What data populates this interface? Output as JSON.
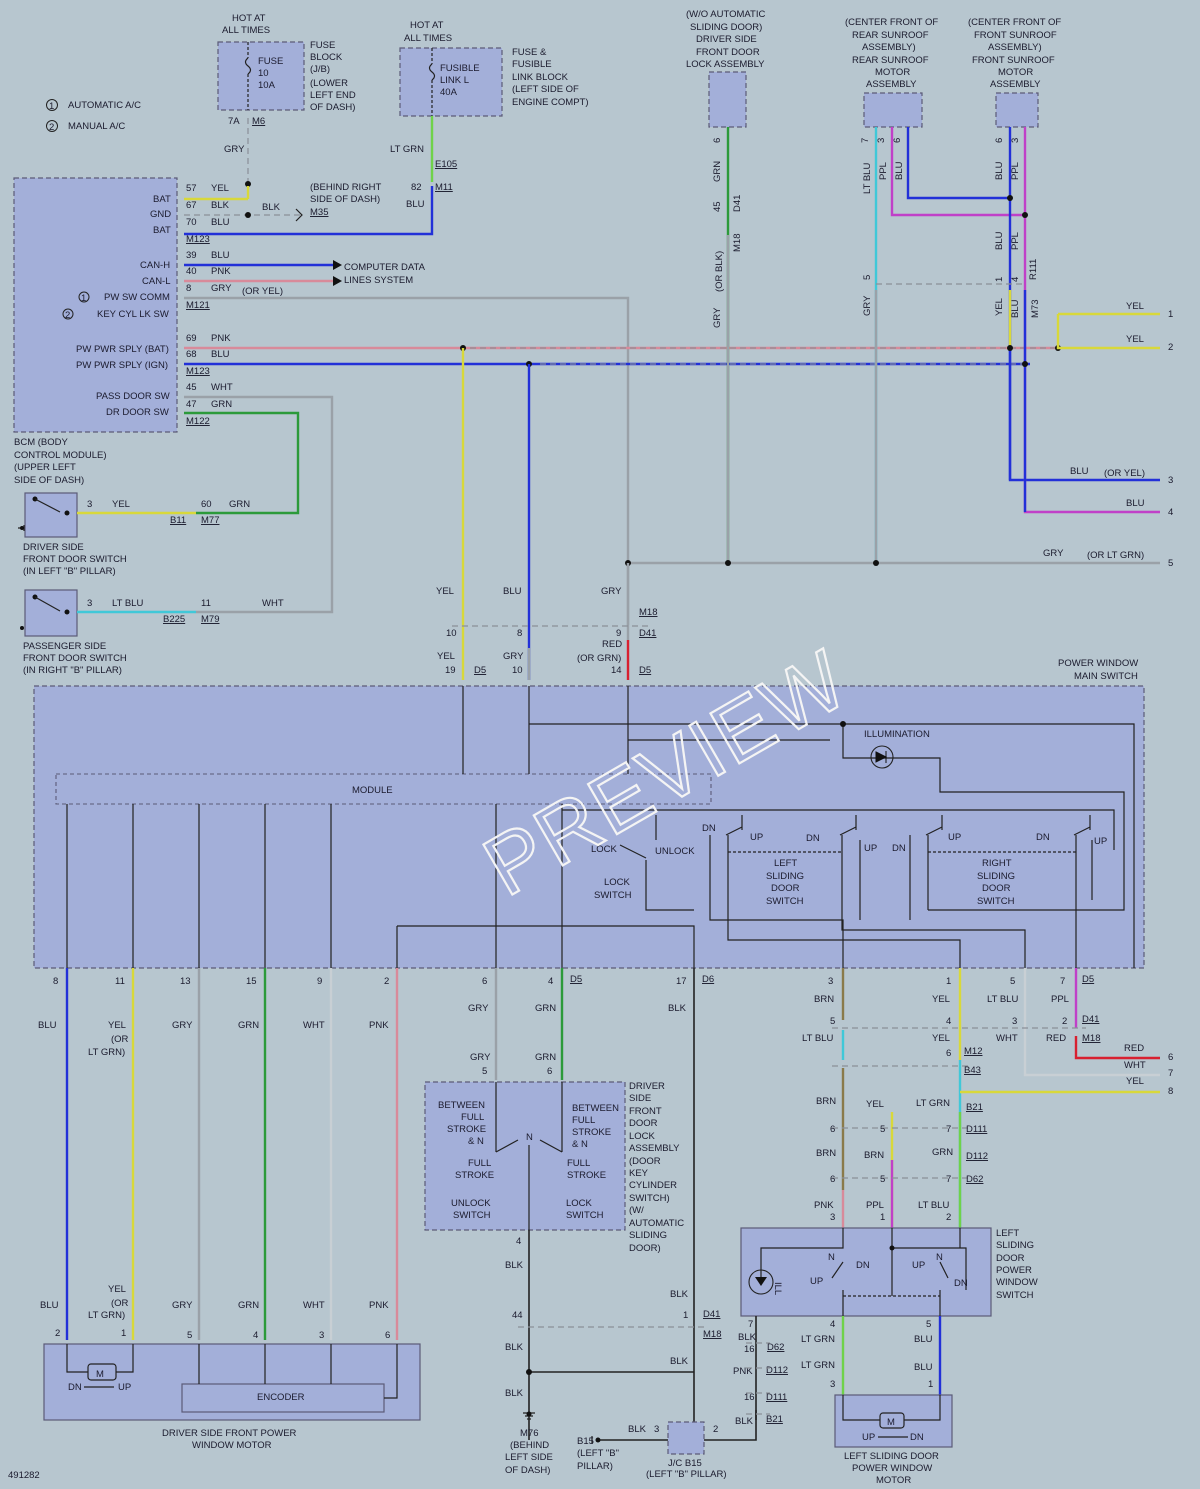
{
  "diagram_id": "491282",
  "watermark": "PREVIEW",
  "legend": {
    "n1": "1",
    "t1": "AUTOMATIC A/C",
    "n2": "2",
    "t2": "MANUAL A/C"
  },
  "hot1": {
    "line1": "HOT AT",
    "line2": "ALL TIMES",
    "fuse1": "FUSE",
    "fuse2": "10",
    "fuse3": "10A",
    "d1": "FUSE",
    "d2": "BLOCK",
    "d3": "(J/B)",
    "d4": "(LOWER",
    "d5": "LEFT END",
    "d6": "OF DASH)",
    "pin": "7A",
    "conn": "M6",
    "wire": "GRY"
  },
  "hot2": {
    "line1": "HOT AT",
    "line2": "ALL TIMES",
    "fuse1": "FUSIBLE",
    "fuse2": "LINK L",
    "fuse3": "40A",
    "d1": "FUSE &",
    "d2": "FUSIBLE",
    "d3": "LINK BLOCK",
    "d4": "(LEFT SIDE OF",
    "d5": "ENGINE COMPT)",
    "wire": "LT GRN",
    "conn": "E105",
    "pin": "82",
    "conn2": "M11",
    "wire2": "BLU"
  },
  "ground": {
    "d1": "(BEHIND RIGHT",
    "d2": "SIDE OF DASH)",
    "conn": "M35",
    "wire": "BLK"
  },
  "bcm": {
    "pins": {
      "bat": "BAT",
      "gnd": "GND",
      "bat2": "BAT",
      "canh": "CAN-H",
      "canl": "CAN-L",
      "pwsw": "PW SW COMM",
      "keycyl": "KEY CYL LK SW",
      "pwbat": "PW PWR SPLY (BAT)",
      "pwign": "PW PWR SPLY (IGN)",
      "pass": "PASS DOOR SW",
      "dr": "DR DOOR SW"
    },
    "c1": "1",
    "c2": "2",
    "n57": "57",
    "w57": "YEL",
    "n67": "67",
    "w67": "BLK",
    "n70": "70",
    "w70": "BLU",
    "m123a": "M123",
    "n39": "39",
    "w39": "BLU",
    "n40": "40",
    "w40": "PNK",
    "n8": "8",
    "w8": "GRY",
    "w8b": "(OR YEL)",
    "m121": "M121",
    "n69": "69",
    "w69": "PNK",
    "n68": "68",
    "w68": "BLU",
    "m123b": "M123",
    "n45": "45",
    "w45": "WHT",
    "n47": "47",
    "w47": "GRN",
    "m122": "M122",
    "cd1": "COMPUTER DATA",
    "cd2": "LINES SYSTEM",
    "d1": "BCM (BODY",
    "d2": "CONTROL MODULE)",
    "d3": "(UPPER LEFT",
    "d4": "SIDE OF DASH)"
  },
  "drsw": {
    "pin": "3",
    "wire": "YEL",
    "pin2": "60",
    "wire2": "GRN",
    "c1": "B11",
    "c2": "M77",
    "d1": "DRIVER SIDE",
    "d2": "FRONT DOOR SWITCH",
    "d3": "(IN LEFT \"B\" PILLAR)"
  },
  "pasw": {
    "pin": "3",
    "wire": "LT BLU",
    "pin2": "11",
    "wire2": "WHT",
    "c1": "B225",
    "c2": "M79",
    "d1": "PASSENGER SIDE",
    "d2": "FRONT DOOR SWITCH",
    "d3": "(IN RIGHT \"B\" PILLAR)"
  },
  "slide": {
    "d1": "(W/O AUTOMATIC",
    "d2": "SLIDING DOOR)",
    "d3": "DRIVER SIDE",
    "d4": "FRONT DOOR",
    "d5": "LOCK ASSEMBLY",
    "pin": "6",
    "wire": "GRN",
    "pin2": "45",
    "c1": "D41",
    "c2": "M18",
    "w2": "(OR BLK)",
    "w3": "GRY"
  },
  "rear": {
    "d1": "(CENTER FRONT OF",
    "d2": "REAR SUNROOF",
    "d3": "ASSEMBLY)",
    "d4": "REAR SUNROOF",
    "d5": "MOTOR",
    "d6": "ASSEMBLY",
    "p7": "7",
    "p3": "3",
    "p6": "6",
    "w1": "LT BLU",
    "w2": "PPL",
    "w3": "BLU",
    "p5": "5",
    "w4": "GRY"
  },
  "front": {
    "d1": "(CENTER FRONT OF",
    "d2": "FRONT SUNROOF",
    "d3": "ASSEMBLY)",
    "d4": "FRONT SUNROOF",
    "d5": "MOTOR",
    "d6": "ASSEMBLY",
    "p6": "6",
    "p3": "3",
    "w1": "BLU",
    "w2": "PPL",
    "w3": "BLU",
    "w4": "PPL",
    "p1": "1",
    "p4": "4",
    "c1": "R111",
    "w5": "YEL",
    "w6": "BLU",
    "c2": "M73"
  },
  "right": {
    "y1": "YEL",
    "n1": "1",
    "y2": "YEL",
    "n2": "2",
    "b1": "BLU",
    "b1b": "(OR YEL)",
    "n3": "3",
    "b2": "BLU",
    "n4": "4",
    "g": "GRY",
    "gb": "(OR LT GRN)",
    "n5": "5",
    "r": "RED",
    "n6": "6",
    "wh": "WHT",
    "n7": "7",
    "y3": "YEL",
    "n8": "8"
  },
  "mid": {
    "yel": "YEL",
    "blu": "BLU",
    "gry": "GRY",
    "c1": "M18",
    "p10": "10",
    "p8": "8",
    "p9": "9",
    "c2": "D41",
    "red": "RED",
    "redb": "(OR GRN)",
    "yel2": "YEL",
    "gry2": "GRY",
    "p19": "19",
    "p10b": "10",
    "p14": "14",
    "c3": "D5",
    "c4": "D5"
  },
  "pwms": {
    "t1": "POWER WINDOW",
    "t2": "MAIN SWITCH",
    "module": "MODULE",
    "illum": "ILLUMINATION",
    "lock": "LOCK",
    "unlock": "UNLOCK",
    "ls1": "LOCK",
    "ls2": "SWITCH",
    "lsd1": "LEFT",
    "lsd2": "SLIDING",
    "lsd3": "DOOR",
    "lsd4": "SWITCH",
    "rsd1": "RIGHT",
    "rsd2": "SLIDING",
    "rsd3": "DOOR",
    "rsd4": "SWITCH",
    "dn": "DN",
    "up": "UP"
  },
  "bot": {
    "p8": "8",
    "p11": "11",
    "p13": "13",
    "p15": "15",
    "p9": "9",
    "p2": "2",
    "p6": "6",
    "p4": "4",
    "c1": "D5",
    "p17": "17",
    "c2": "D6",
    "p3": "3",
    "p1": "1",
    "p5": "5",
    "p7": "7",
    "c3": "D5",
    "blu": "BLU",
    "yel": "YEL",
    "yel2": "(OR",
    "yel3": "LT GRN)",
    "gry": "GRY",
    "grn": "GRN",
    "wht": "WHT",
    "pnk": "PNK",
    "blk": "BLK",
    "brn": "BRN",
    "ltblu": "LT BLU",
    "ppl": "PPL",
    "red": "RED"
  },
  "dfl": {
    "gry": "GRY",
    "grn": "GRN",
    "p5": "5",
    "p6": "6",
    "p4": "4",
    "b1": "BETWEEN",
    "b2": "FULL",
    "b3": "STROKE",
    "b4": "& N",
    "n": "N",
    "fs1": "FULL",
    "fs2": "STROKE",
    "us1": "UNLOCK",
    "us2": "SWITCH",
    "ls1": "LOCK",
    "ls2": "SWITCH",
    "d1": "DRIVER",
    "d2": "SIDE",
    "d3": "FRONT",
    "d4": "DOOR",
    "d5": "LOCK",
    "d6": "ASSEMBLY",
    "d7": "(DOOR",
    "d8": "KEY",
    "d9": "CYLINDER",
    "d10": "SWITCH)",
    "d11": "(W/",
    "d12": "AUTOMATIC",
    "d13": "SLIDING",
    "d14": "DOOR)"
  },
  "dsm": {
    "blu": "BLU",
    "yel": "YEL",
    "yel2": "(OR",
    "yel3": "LT GRN)",
    "gry": "GRY",
    "grn": "GRN",
    "wht": "WHT",
    "pnk": "PNK",
    "p2": "2",
    "p1": "1",
    "p5": "5",
    "p4": "4",
    "p3": "3",
    "p6": "6",
    "m": "M",
    "dn": "DN",
    "up": "UP",
    "enc": "ENCODER",
    "d1": "DRIVER SIDE FRONT POWER",
    "d2": "WINDOW MOTOR"
  },
  "gnd2": {
    "blk": "BLK",
    "p44": "44",
    "p1": "1",
    "c1": "D41",
    "c2": "M18",
    "blk2": "BLK",
    "blk3": "BLK",
    "blk4": "BLK",
    "d1": "M76",
    "d2": "(BEHIND",
    "d3": "LEFT SIDE",
    "d4": "OF DASH)"
  },
  "b15": {
    "d1": "B15",
    "d2": "(LEFT \"B\"",
    "d3": "PILLAR)",
    "blk": "BLK",
    "p3": "3",
    "p2": "2",
    "jc1": "J/C B15",
    "jc2": "(LEFT \"B\" PILLAR)"
  },
  "lsd": {
    "brn": "BRN",
    "yel": "YEL",
    "ltblu": "LT BLU",
    "wht": "WHT",
    "ltgrn": "LT GRN",
    "grn": "GRN",
    "ppl": "PPL",
    "pnk": "PNK",
    "p5": "5",
    "p4": "4",
    "p3": "3",
    "p2": "2",
    "p6": "6",
    "p7": "7",
    "p1": "1",
    "c1": "D41",
    "c2": "M18",
    "c3": "M12",
    "c4": "B43",
    "c5": "B21",
    "c6": "D111",
    "c7": "D112",
    "c8": "D62",
    "n": "N",
    "dn": "DN",
    "up": "UP",
    "ill": "ILL",
    "d1": "LEFT",
    "d2": "SLIDING",
    "d3": "DOOR",
    "d4": "POWER",
    "d5": "WINDOW",
    "d6": "SWITCH",
    "blk": "BLK",
    "p16": "16",
    "c9": "D62",
    "c10": "D112",
    "c11": "D111",
    "c12": "B21",
    "blu": "BLU",
    "m": "M",
    "md1": "LEFT SLIDING DOOR",
    "md2": "POWER WINDOW",
    "md3": "MOTOR"
  }
}
